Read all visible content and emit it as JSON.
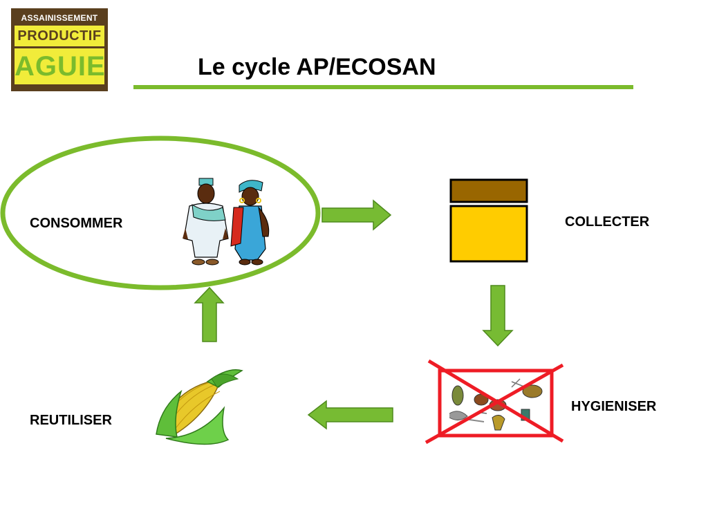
{
  "logo": {
    "line1": "ASSAINISSEMENT",
    "line2": "PRODUCTIF",
    "line3": "AGUIE"
  },
  "title": "Le cycle AP/ECOSAN",
  "steps": {
    "consommer": "CONSOMMER",
    "collecter": "COLLECTER",
    "hygieniser": "HYGIENISER",
    "reutiliser": "REUTILISER"
  },
  "colors": {
    "accent_green": "#7bbb2c",
    "arrow_fill": "#77bb33",
    "container_lid": "#996600",
    "container_body": "#ffcc00",
    "cross_red": "#ee1c25",
    "logo_brown": "#5a3f1e",
    "logo_yellow": "#f1ec3a"
  },
  "icons": {
    "consommer": "people-icon",
    "collecter": "container-icon",
    "hygieniser": "crossed-pathogens-icon",
    "reutiliser": "corn-icon"
  }
}
